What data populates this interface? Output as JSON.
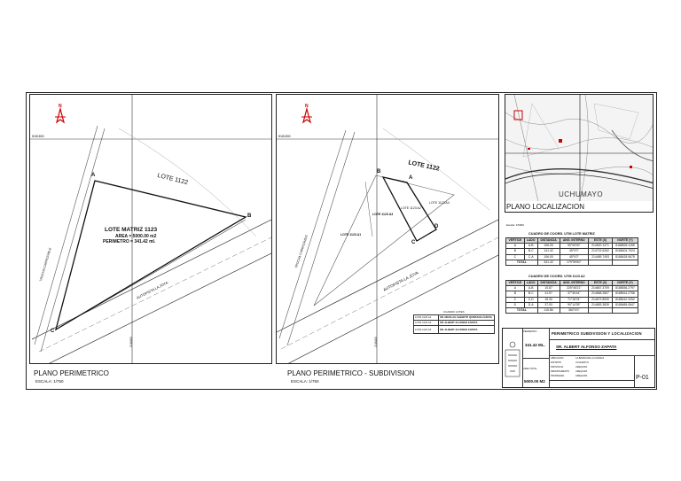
{
  "panel1": {
    "title": "PLANO PERIMETRICO",
    "scale": "ESCALA: 1/750",
    "north": "N",
    "coord_y": "8181800",
    "coord_x": "218400",
    "lot_label": "LOTE 1122",
    "road_label": "AUTOPISTA LA JOYA",
    "side_road_label": "TROCHA CARROZABLE",
    "lot_title": "LOTE MATRIZ 1123",
    "area": "AREA = 5000.00 m2",
    "perimeter": "PERIMETRO = 341.42 ml.",
    "vertices": [
      "A",
      "B",
      "C"
    ]
  },
  "panel2": {
    "title": "PLANO PERIMETRICO - SUBDIVISION",
    "scale": "ESCALA: 1/750",
    "north": "N",
    "coord_y": "8181800",
    "coord_x": "218400",
    "lot_label": "LOTE 1122",
    "road_label": "AUTOPISTA LA JOYA",
    "side_road_label": "TROCHA CARROZABLE",
    "sub_a1": "LOTE 1123 A1",
    "sub_a2": "LOTE 1123 A2",
    "sub_a3": "LOTE 1123 A3",
    "sub_a4": "LOTE 1123 A4",
    "vertices": [
      "A",
      "B",
      "C",
      "D"
    ],
    "legend_title": "CUADRO LOTES",
    "legend_rows": [
      {
        "lot": "LOTE 1123 A1",
        "owner": "SR. NICOLAS ALBERTO QUINTANA ZAPATA"
      },
      {
        "lot": "LOTE 1123 A2",
        "owner": "SR. ALBERT ALFONSO ZAPATA"
      },
      {
        "lot": "LOTE 1123 A3",
        "owner": "SR. ALBERT ALFONSO ZAPATA"
      }
    ]
  },
  "location": {
    "title": "PLANO LOCALIZACION",
    "scale": "Escala: 1/5000",
    "town": "UCHUMAYO"
  },
  "table1": {
    "title": "CUADRO DE COORD. UTM LOTE MATRIZ",
    "headers": [
      "VERTICE",
      "LADO",
      "DISTANCIA",
      "ANG. INTERNO",
      "ESTE (X)",
      "NORTE (Y)"
    ],
    "rows": [
      [
        "A",
        "A-B",
        "106.00",
        "90°00'00\"",
        "214520.1371",
        "8188525.1155"
      ],
      [
        "B",
        "B-C",
        "141.42",
        "45°0'0\"",
        "214722.6262",
        "8188404.7024"
      ],
      [
        "C",
        "C-A",
        "106.00",
        "45°0'0\"",
        "214489.7493",
        "8188428.9678"
      ]
    ],
    "total": [
      "TOTAL",
      "",
      "341.42",
      "179°59'60\"",
      "",
      ""
    ]
  },
  "table2": {
    "title": "CUADRO DE COORD. UTM 1123 A2",
    "headers": [
      "VERTICE",
      "LADO",
      "DISTANCIA",
      "ANG. INTERNO",
      "ESTE (X)",
      "NORTE (Y)"
    ],
    "rows": [
      [
        "A",
        "A-B",
        "10.87",
        "225°45'21\"",
        "214667.3709",
        "8188536.2797"
      ],
      [
        "B",
        "B-C",
        "41.57",
        "37°36'44\"",
        "214668.2807",
        "8188514.2758"
      ],
      [
        "C",
        "C-D",
        "15.30",
        "71°18'24\"",
        "214672.8930",
        "8188410.3252"
      ],
      [
        "D",
        "D-A",
        "37.93",
        "90°14'39\"",
        "214683.3839",
        "8188485.0847"
      ]
    ],
    "total": [
      "TOTAL",
      "",
      "115.86",
      "360°0'0\"",
      "",
      ""
    ]
  },
  "title_block": {
    "perimeter_value": "341.42 ML.",
    "area_value": "5000.00 M2",
    "project": "PERIMETRICO SUBDIVISION Y LOCALIZACION",
    "owner": "SR. ALBERT ALFONSO ZAPATA",
    "info_labels": [
      "UBICACION",
      "DISTRITO",
      "PROVINCIA",
      "DEPARTAMENTO",
      "PROPIEDAD"
    ],
    "info_values": [
      "LA BANDA DE LA CUENCA",
      "UCHUMAYO",
      "AREQUIPA",
      "AREQUIPA",
      "AREQUIPA"
    ],
    "sheet": "P-01",
    "left_labels": [
      "PERIMETRO",
      "AREA TOTAL"
    ]
  }
}
